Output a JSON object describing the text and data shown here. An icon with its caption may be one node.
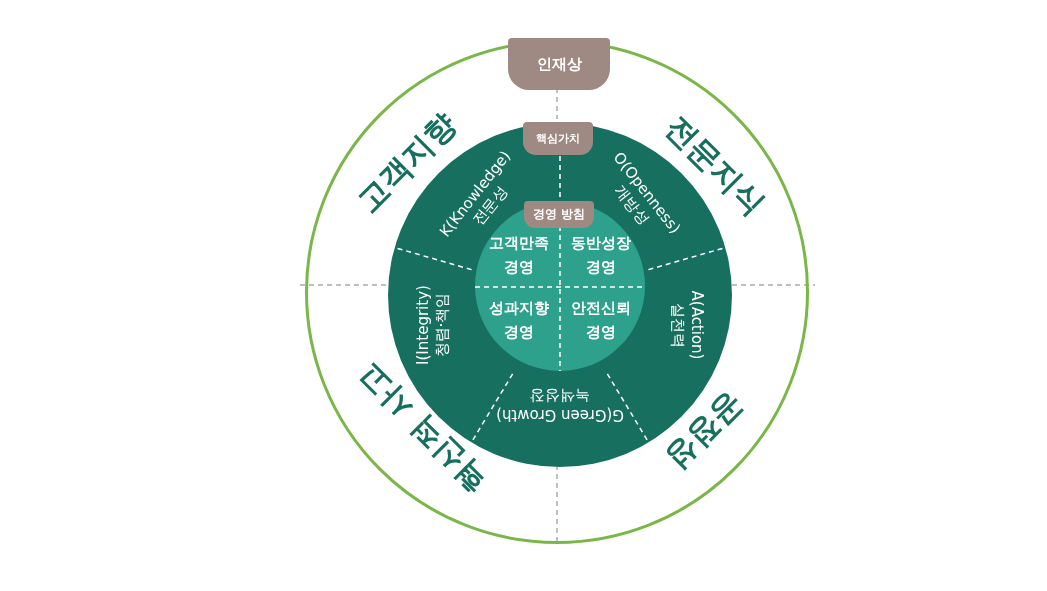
{
  "diagram": {
    "nodes": [
      {
        "text": [
          "인재상"
        ]
      },
      {
        "text": [
          "고객지향"
        ],
        "in": 0
      },
      {
        "text": [
          "전문지식"
        ],
        "in": 0
      },
      {
        "text": [
          "혁신적 사고"
        ],
        "in": 0
      },
      {
        "text": [
          "공정성"
        ],
        "in": 0
      },
      {
        "text": [
          "핵심가치"
        ],
        "in": 0
      },
      {
        "text": [
          "K(Knowledge)",
          "전문성"
        ],
        "in": 5
      },
      {
        "text": [
          "O(Openness)",
          "개방성"
        ],
        "in": 5
      },
      {
        "text": [
          "I(Integrity)",
          "청렴·책임"
        ],
        "in": 5
      },
      {
        "text": [
          "A(Action)",
          "실천력"
        ],
        "in": 5
      },
      {
        "text": [
          "G(Green Growth)",
          "녹색성장"
        ],
        "in": 5
      },
      {
        "text": [
          "경영 방침"
        ],
        "in": 5
      },
      {
        "text": [
          "고객만족 경영"
        ],
        "in": 11
      },
      {
        "text": [
          "동반성장 경영"
        ],
        "in": 11
      },
      {
        "text": [
          "성과지향 경영"
        ],
        "in": 11
      },
      {
        "text": [
          "안전신뢰 경영"
        ],
        "in": 11
      }
    ]
  }
}
